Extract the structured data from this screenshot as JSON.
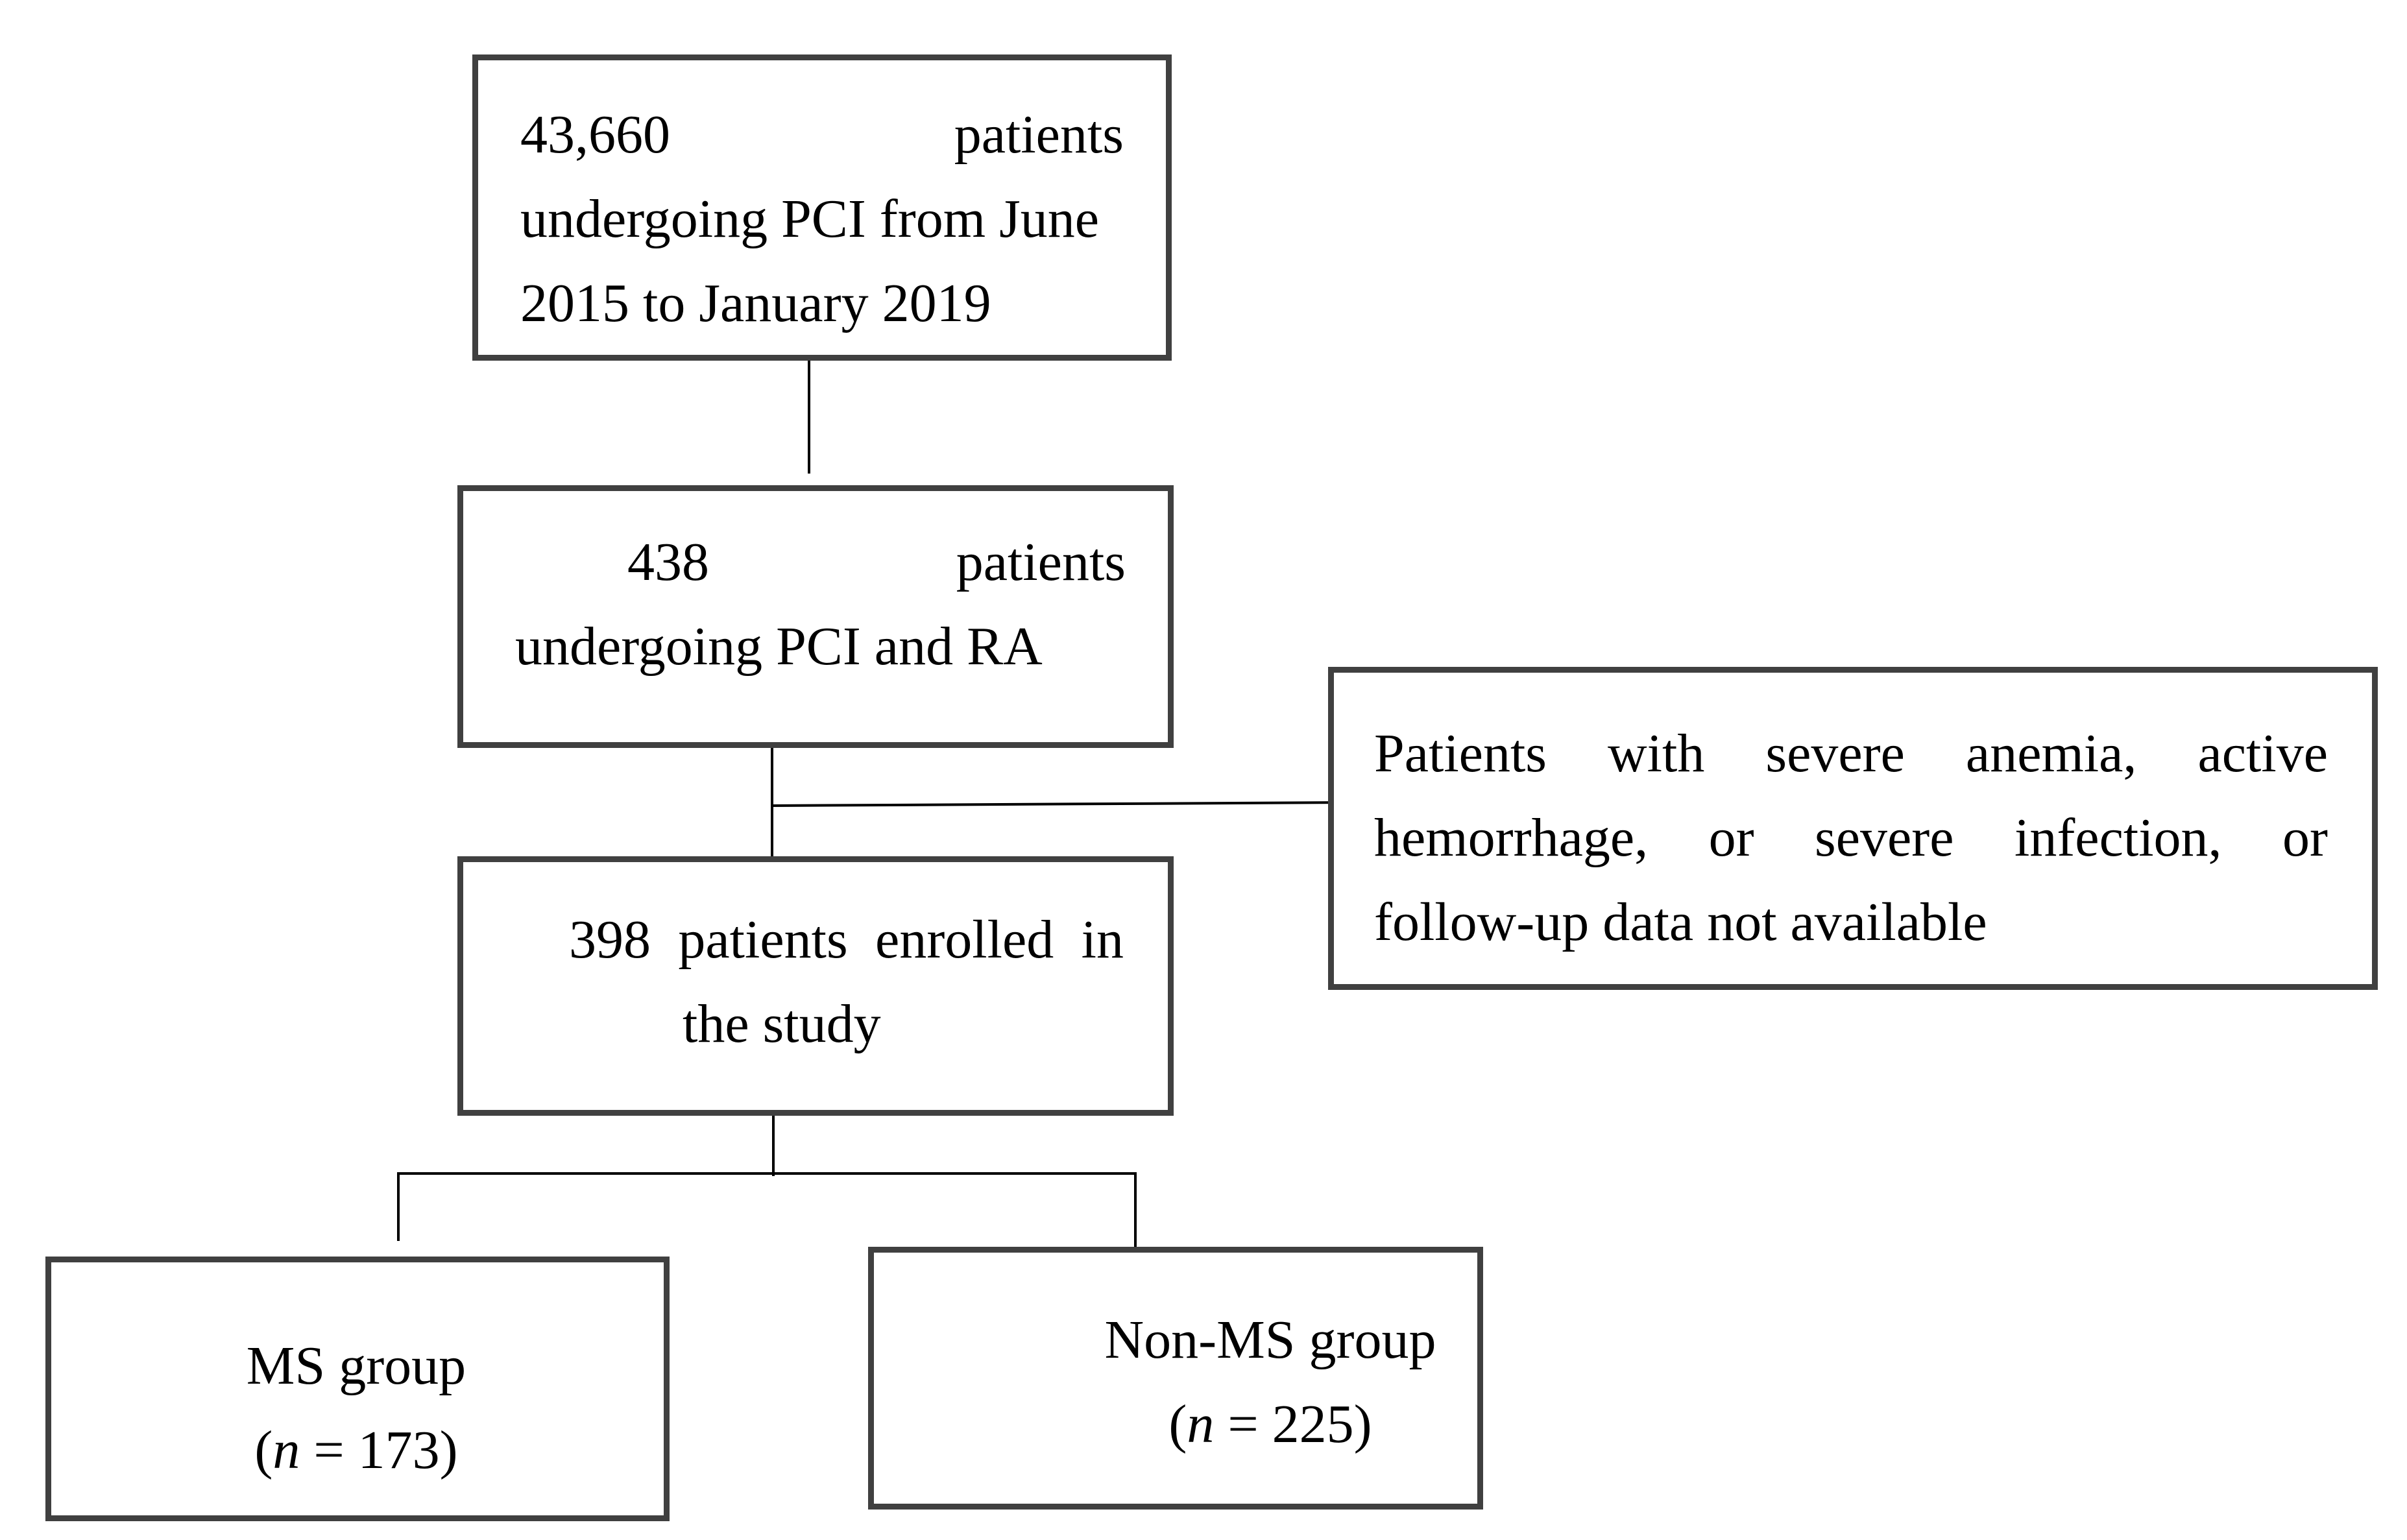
{
  "boxes": {
    "total": {
      "line1_a": "43,660",
      "line1_b": "patients",
      "line2": "undergoing PCI from June",
      "line3": "2015 to January 2019"
    },
    "pci_ra": {
      "line1_a": "438",
      "line1_b": "patients",
      "line2": "undergoing PCI and RA"
    },
    "excluded": {
      "line1": [
        "Patients",
        "with",
        "severe",
        "anemia,",
        "active"
      ],
      "line2": [
        "hemorrhage,",
        "or",
        "severe",
        "infection,",
        "or"
      ],
      "line3": "follow-up data not available"
    },
    "enrolled": {
      "line1": [
        "398",
        "patients",
        "enrolled",
        "in"
      ],
      "line2": "the study"
    },
    "ms_group": {
      "label": "MS group",
      "n_open": "(",
      "n_var": "n",
      "n_rest": " = 173)"
    },
    "non_ms_group": {
      "label": "Non-MS group",
      "n_open": "(",
      "n_var": "n",
      "n_rest": " = 225)"
    }
  }
}
